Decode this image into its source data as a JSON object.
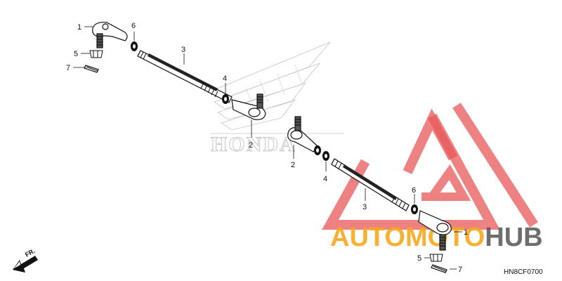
{
  "diagram_code": "HN8CF0700",
  "direction_label": "FR.",
  "watermark": {
    "brand_text": "HONDA",
    "shop_text_colored": "AUTOMOTO",
    "shop_text_dark": "HUB",
    "colors": {
      "triangle": "#e53b3b",
      "orange": "#f7a81b",
      "red": "#e0453c",
      "dark": "#555555",
      "honda": "#b9b9b9"
    }
  },
  "callouts": {
    "upper_assembly": [
      "1",
      "6",
      "5",
      "7",
      "3",
      "4",
      "2"
    ],
    "lower_assembly": [
      "2",
      "4",
      "6",
      "3",
      "1",
      "5",
      "7"
    ]
  }
}
